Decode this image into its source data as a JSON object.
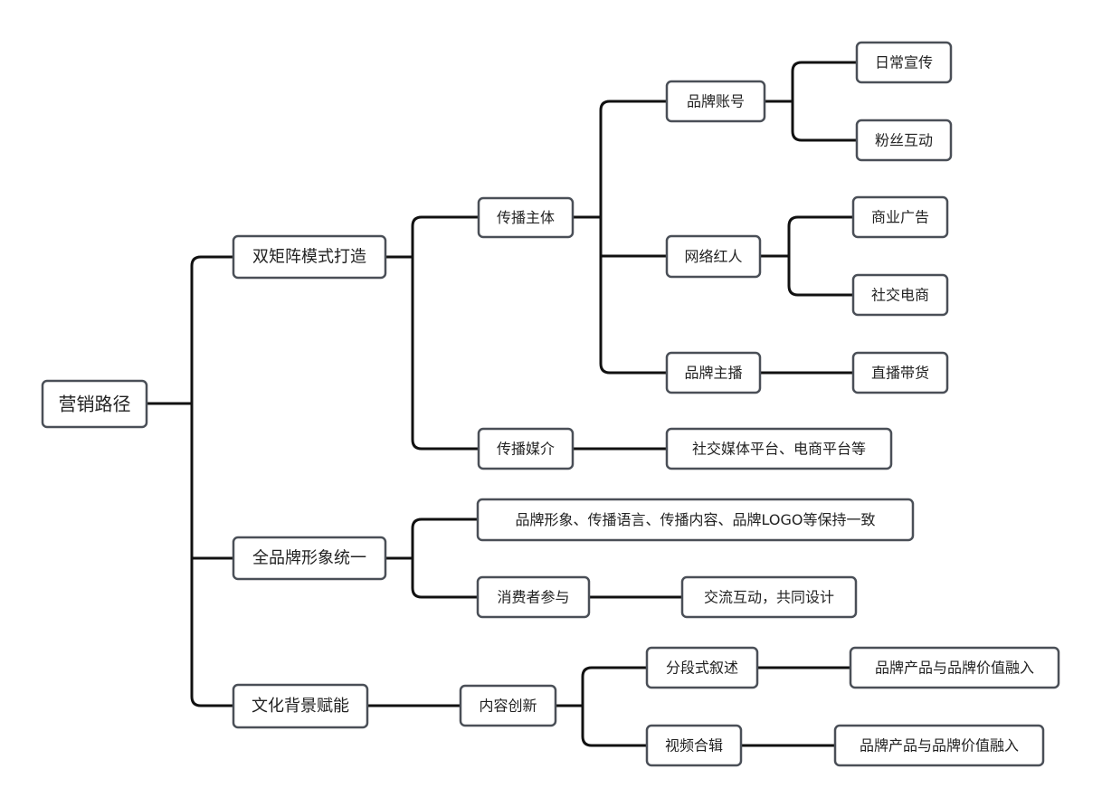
{
  "nodes": {
    "root": "营销路径",
    "dual_matrix": "双矩阵模式打造",
    "comm_subject": "传播主体",
    "brand_account": "品牌账号",
    "daily_promo": "日常宣传",
    "fan_interaction": "粉丝互动",
    "influencer": "网络红人",
    "commercial_ads": "商业广告",
    "social_ecommerce": "社交电商",
    "brand_anchor": "品牌主播",
    "live_selling": "直播带货",
    "comm_media": "传播媒介",
    "platforms": "社交媒体平台、电商平台等",
    "unified_image": "全品牌形象统一",
    "consistency": "品牌形象、传播语言、传播内容、品牌LOGO等保持一致",
    "consumer_participation": "消费者参与",
    "co_design": "交流互动，共同设计",
    "cultural_empowerment": "文化背景赋能",
    "content_innovation": "内容创新",
    "segmented_narrative": "分段式叙述",
    "fusion_1": "品牌产品与品牌价值融入",
    "video_compilation": "视频合辑",
    "fusion_2": "品牌产品与品牌价值融入"
  },
  "colors": {
    "node_border": "#4a4f57",
    "connector": "#111111",
    "node_fill": "#ffffff",
    "text": "#222222"
  }
}
